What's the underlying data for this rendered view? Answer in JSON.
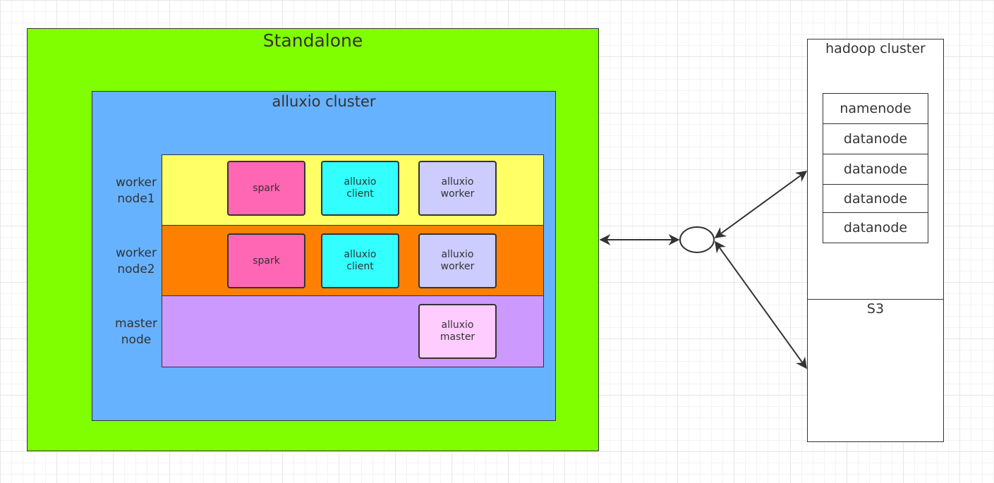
{
  "standalone": {
    "title": "Standalone",
    "color": "#80ff00",
    "alluxio_cluster": {
      "title": "alluxio cluster",
      "color": "#66b2ff",
      "nodes": [
        {
          "label": "worker\nnode1",
          "color": "#ffff66",
          "components": [
            {
              "label": "spark",
              "color": "#ff66b3"
            },
            {
              "label": "alluxio\nclient",
              "color": "#33ffff"
            },
            {
              "label": "alluxio\nworker",
              "color": "#ccccff"
            }
          ]
        },
        {
          "label": "worker\nnode2",
          "color": "#ff8000",
          "components": [
            {
              "label": "spark",
              "color": "#ff66b3"
            },
            {
              "label": "alluxio\nclient",
              "color": "#33ffff"
            },
            {
              "label": "alluxio\nworker",
              "color": "#ccccff"
            }
          ]
        },
        {
          "label": "master\nnode",
          "color": "#cc99ff",
          "components": [
            {
              "label": "alluxio\nmaster",
              "color": "#ffccff"
            }
          ]
        }
      ]
    }
  },
  "hadoop": {
    "title": "hadoop cluster",
    "nodes": [
      "namenode",
      "datanode",
      "datanode",
      "datanode",
      "datanode"
    ]
  },
  "s3": {
    "title": "S3"
  }
}
